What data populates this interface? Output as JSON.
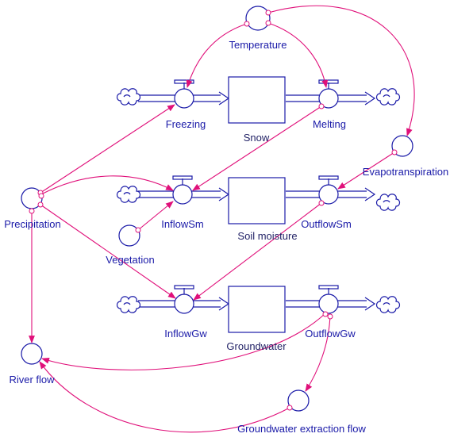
{
  "colors": {
    "structure": "#1a1aa8",
    "link": "#e0107a"
  },
  "stocks": {
    "snow": "Snow",
    "soil_moisture": "Soil moisture",
    "groundwater": "Groundwater"
  },
  "flows": {
    "freezing": "Freezing",
    "melting": "Melting",
    "inflow_sm": "InflowSm",
    "outflow_sm": "OutflowSm",
    "inflow_gw": "InflowGw",
    "outflow_gw": "OutflowGw"
  },
  "auxiliaries": {
    "temperature": "Temperature",
    "evapotranspiration": "Evapotranspiration",
    "precipitation": "Precipitation",
    "vegetation": "Vegetation",
    "river_flow": "River flow",
    "groundwater_extraction": "Groundwater extraction flow"
  }
}
